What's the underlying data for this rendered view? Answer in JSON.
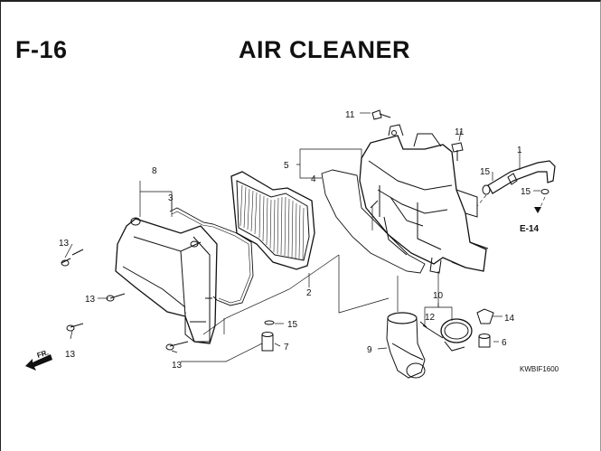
{
  "header": {
    "section": "F-16",
    "title": "AIR CLEANER"
  },
  "diagram_code": "KWBIF1600",
  "direction_marker": "FR.",
  "ref_marker": "E-14",
  "callouts": [
    {
      "id": "c11a",
      "text": "11"
    },
    {
      "id": "c11b",
      "text": "11"
    },
    {
      "id": "c1",
      "text": "1"
    },
    {
      "id": "c5",
      "text": "5"
    },
    {
      "id": "c4",
      "text": "4"
    },
    {
      "id": "c15a",
      "text": "15"
    },
    {
      "id": "c15b",
      "text": "15"
    },
    {
      "id": "c8",
      "text": "8"
    },
    {
      "id": "c3",
      "text": "3"
    },
    {
      "id": "c13a",
      "text": "13"
    },
    {
      "id": "c13b",
      "text": "13"
    },
    {
      "id": "c13c",
      "text": "13"
    },
    {
      "id": "c13d",
      "text": "13"
    },
    {
      "id": "c2",
      "text": "2"
    },
    {
      "id": "c10",
      "text": "10"
    },
    {
      "id": "c12",
      "text": "12"
    },
    {
      "id": "c14",
      "text": "14"
    },
    {
      "id": "c6",
      "text": "6"
    },
    {
      "id": "c15c",
      "text": "15"
    },
    {
      "id": "c7",
      "text": "7"
    },
    {
      "id": "c9",
      "text": "9"
    }
  ]
}
